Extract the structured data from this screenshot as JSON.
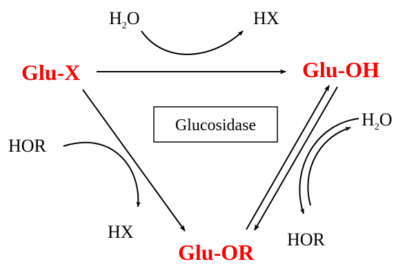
{
  "species": {
    "glu_x": "Glu-X",
    "glu_oh": "Glu-OH",
    "glu_or": "Glu-OR"
  },
  "reagents": {
    "water_top": {
      "base1": "H",
      "sub": "2",
      "base2": "O"
    },
    "hx_top": "HX",
    "hor_left": "HOR",
    "hx_bottom": "HX",
    "water_right": {
      "base1": "H",
      "sub": "2",
      "base2": "O"
    },
    "hor_bottom": "HOR"
  },
  "enzyme": {
    "label": "Glucosidase"
  },
  "colors": {
    "species": "#ff0000",
    "line": "#000000"
  }
}
